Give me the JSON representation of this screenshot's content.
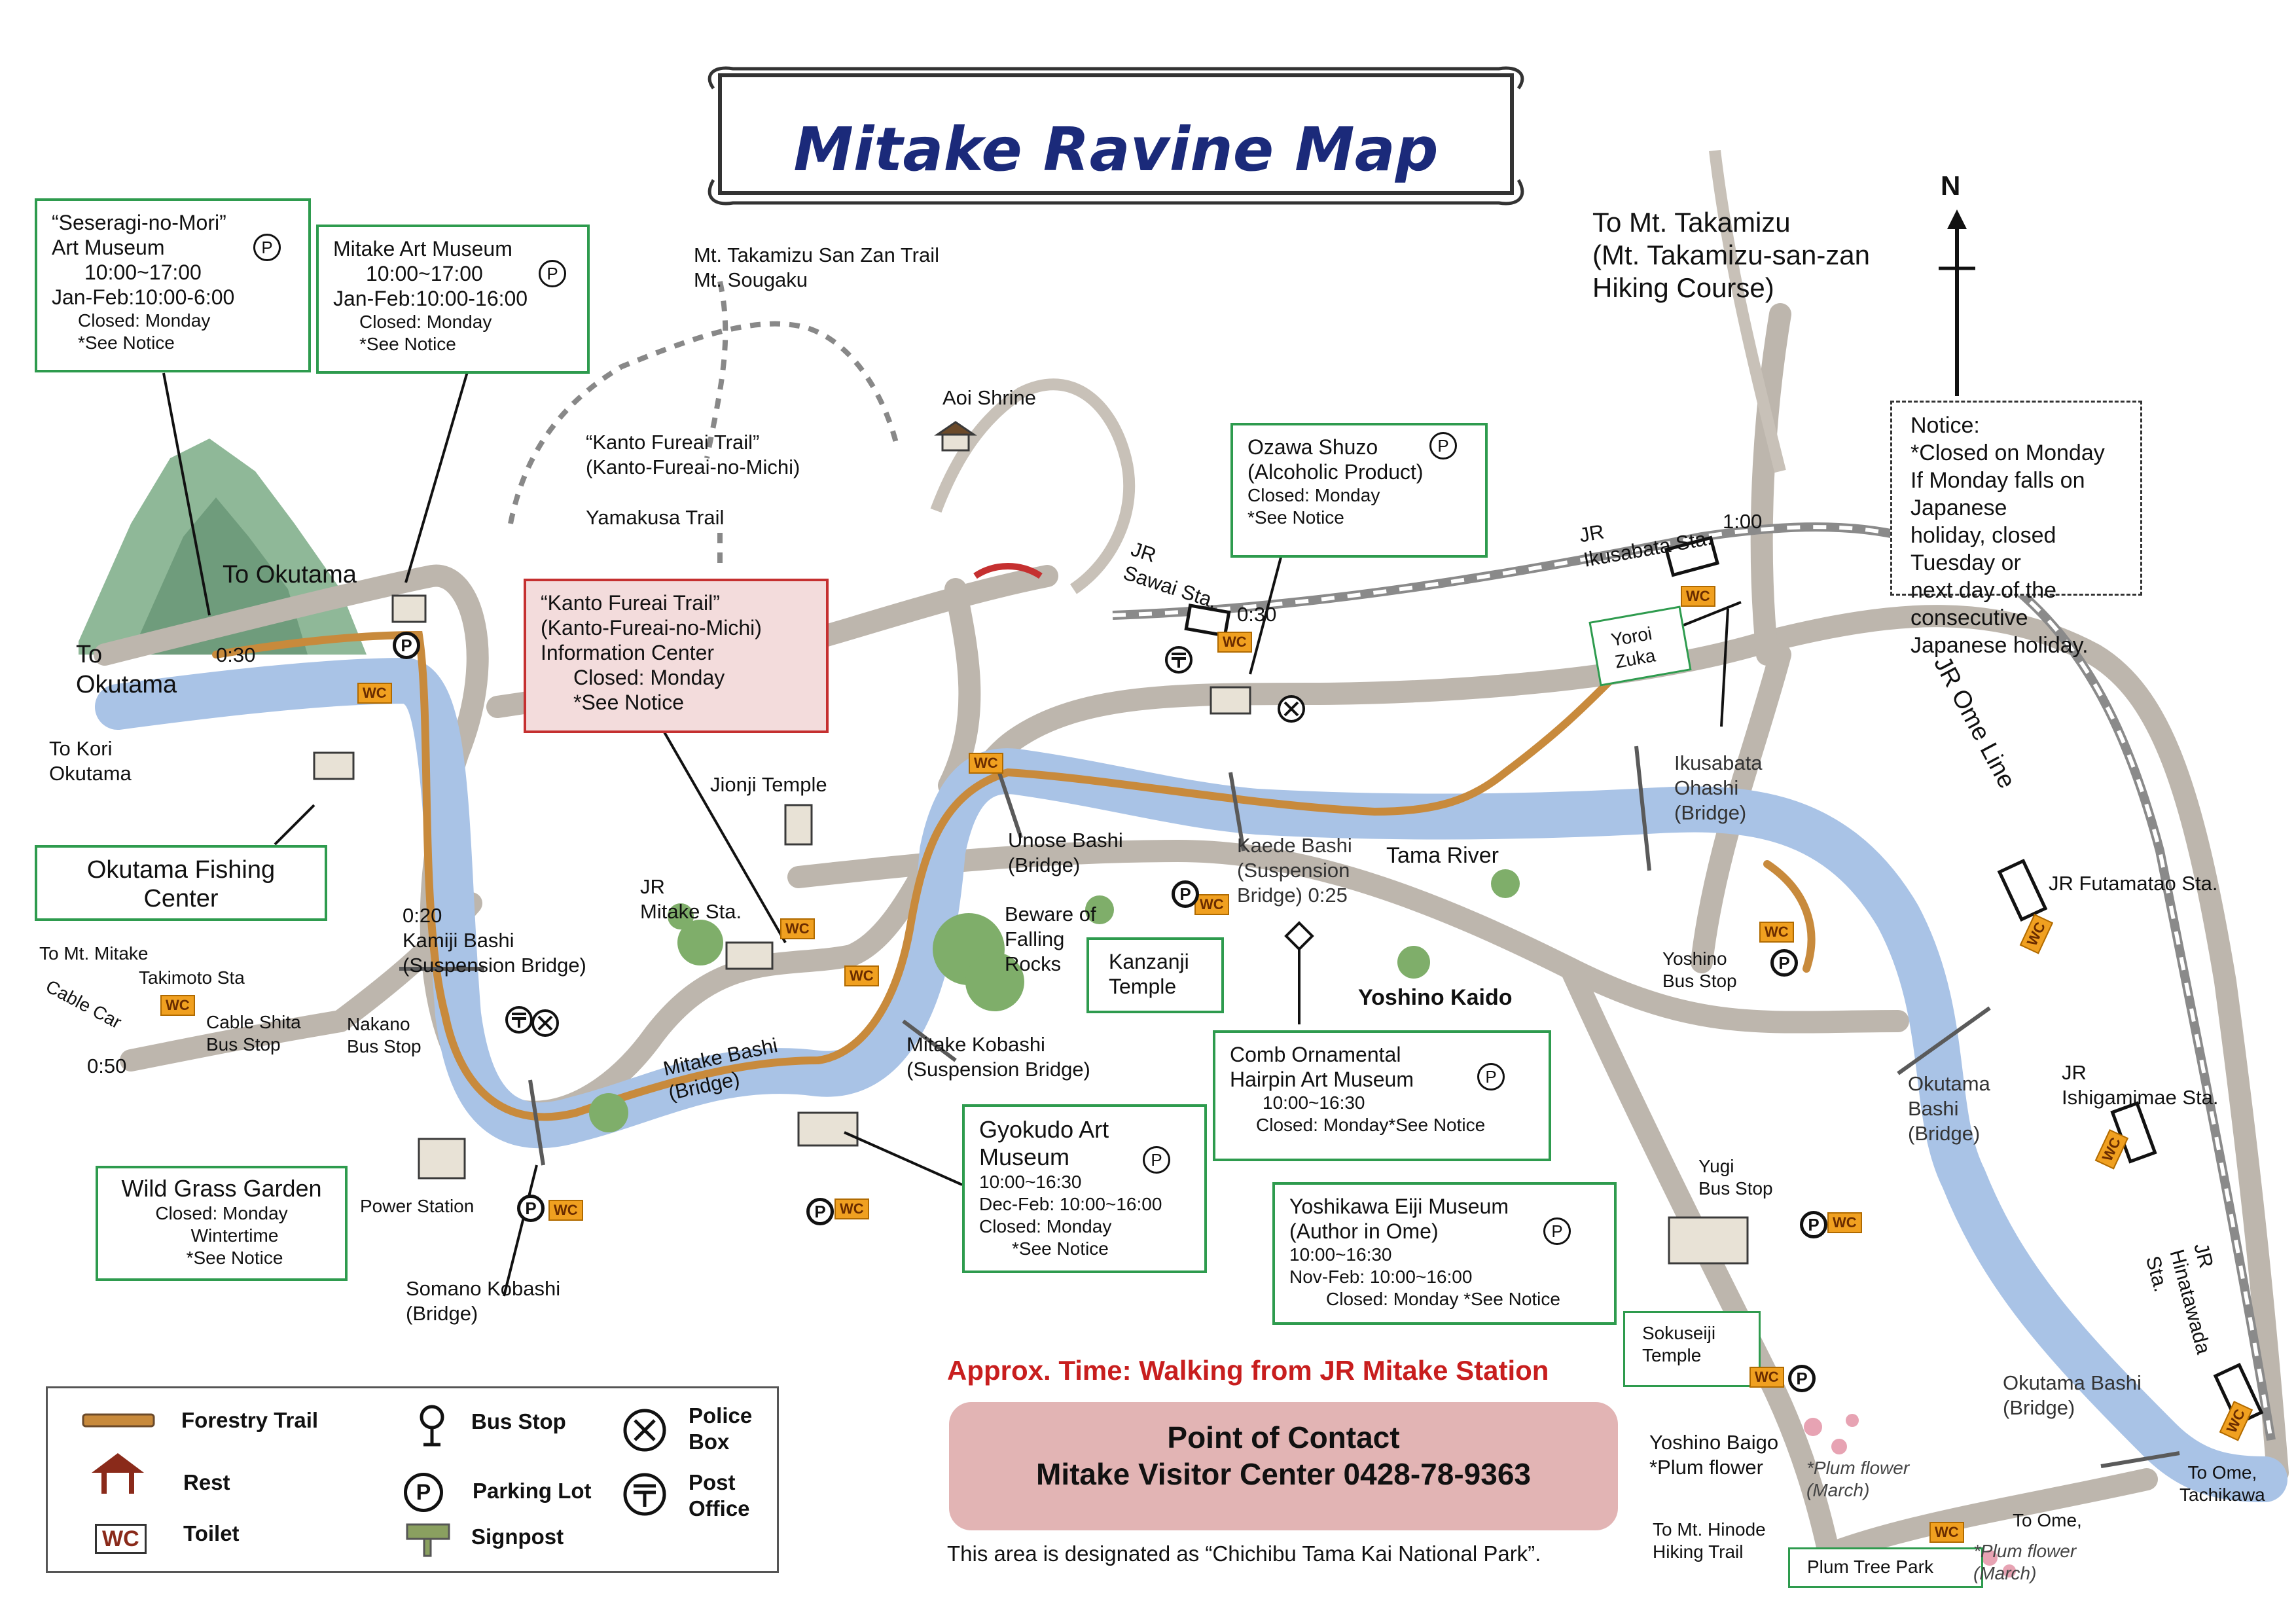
{
  "title": "Mitake Ravine Map",
  "north": "N",
  "notice": {
    "heading": "Notice:",
    "lines": [
      "*Closed on Monday",
      "If Monday falls on Japanese",
      "holiday, closed Tuesday or",
      "next day of the consecutive",
      "Japanese holiday."
    ]
  },
  "boxes": {
    "seseragi": {
      "l1": "“Seseragi-no-Mori”",
      "l2": "Art Museum",
      "l3": "10:00~17:00",
      "l4": "Jan-Feb:10:00-6:00",
      "l5": "Closed: Monday",
      "l6": "*See Notice",
      "parking": "P"
    },
    "mitake_art": {
      "l1": "Mitake Art Museum",
      "l2": "10:00~17:00",
      "l3": "Jan-Feb:10:00-16:00",
      "l4": "Closed: Monday",
      "l5": "*See Notice",
      "parking": "P"
    },
    "ozawa": {
      "l1": "Ozawa Shuzo",
      "l2": "(Alcoholic Product)",
      "l3": "Closed: Monday",
      "l4": "*See Notice",
      "parking": "P"
    },
    "kanto_info": {
      "l1": "“Kanto Fureai Trail”",
      "l2": "(Kanto-Fureai-no-Michi)",
      "l3": "Information Center",
      "l4": "Closed: Monday",
      "l5": "*See Notice"
    },
    "fishing": {
      "l1": "Okutama Fishing",
      "l2": "Center"
    },
    "wild_grass": {
      "l1": "Wild Grass Garden",
      "l2": "Closed: Monday",
      "l3": "Wintertime",
      "l4": "*See Notice"
    },
    "kanzanji": {
      "l1": "Kanzanji",
      "l2": "Temple"
    },
    "comb": {
      "l1": "Comb Ornamental",
      "l2": "Hairpin Art Museum",
      "l3": "10:00~16:30",
      "l4": "Closed: Monday*See Notice",
      "parking": "P"
    },
    "gyokudo": {
      "l1": "Gyokudo Art",
      "l2": "Museum",
      "l3": "10:00~16:30",
      "l4": "Dec-Feb: 10:00~16:00",
      "l5": "Closed: Monday",
      "l6": "*See Notice",
      "parking": "P"
    },
    "yoshikawa": {
      "l1": "Yoshikawa Eiji Museum",
      "l2": "(Author in Ome)",
      "l3": "10:00~16:30",
      "l4": "Nov-Feb: 10:00~16:00",
      "l5": "Closed: Monday *See Notice",
      "parking": "P"
    },
    "sokuseiji": {
      "l1": "Sokuseiji",
      "l2": "Temple"
    },
    "yoroi": {
      "l1": "Yoroi",
      "l2": "Zuka"
    },
    "plum_park": {
      "l1": "Plum Tree Park"
    }
  },
  "labels": {
    "to_takamizu": "To Mt. Takamizu\n(Mt. Takamizu-san-zan\nHiking Course)",
    "san_zan": "Mt. Takamizu San Zan Trail\nMt. Sougaku",
    "aoi": "Aoi Shrine",
    "kanto_trail": "“Kanto Fureai Trail”\n(Kanto-Fureai-no-Michi)",
    "yamakusa": "Yamakusa Trail",
    "to_okutama1": "To Okutama",
    "to_okutama2": "To\nOkutama",
    "time_030": "0:30",
    "to_kori": "To Kori\n    Okutama",
    "jionji": "Jionji Temple",
    "jr_mitake": "JR\nMitake   Sta.",
    "jr_sawai": "JR\nSawai Sta.",
    "sawai_time": "0:30",
    "jr_ikusabata": "JR\nIkusabata Sta.",
    "ikusabata_time": "1:00",
    "jr_ome_line": "JR Ome Line",
    "ikusabata_ohashi": "Ikusabata\nOhashi\n(Bridge)",
    "jr_futamatao": "JR Futamatao Sta.",
    "unose": "Unose Bashi\n(Bridge)",
    "kaede": "Kaede Bashi\n(Suspension\nBridge) 0:25",
    "tama_river": "Tama River",
    "beware": "Beware of\nFalling\nRocks",
    "kamiji": "0:20\nKamiji Bashi\n(Suspension Bridge)",
    "to_mitake": "To Mt. Mitake",
    "takimoto": "Takimoto Sta",
    "cable_car": "Cable Car",
    "time_050": "0:50",
    "cable_shita": "Cable Shita\nBus Stop",
    "nakano": "Nakano\nBus Stop",
    "yoshino_kaido": "Yoshino Kaido",
    "yoshino_bus": "Yoshino\nBus Stop",
    "mitake_kobashi": "Mitake Kobashi\n(Suspension Bridge)",
    "mitake_bashi": "Mitake Bashi\n(Bridge)",
    "okutama_bashi": "Okutama\nBashi\n(Bridge)",
    "jr_ishigamimae": "JR\nIshigamimae Sta.",
    "yugi": "Yugi\nBus Stop",
    "power_station": "Power Station",
    "somano": "Somano Kobashi\n(Bridge)",
    "jr_hinatawada": "JR\nHinatawada Sta.",
    "okutama_bashi2": "Okutama Bashi\n(Bridge)",
    "yoshino_baigo": "Yoshino Baigo\n*Plum flower",
    "plum_march1": "*Plum flower\n(March)",
    "to_ome_tachikawa": "To Ome,\nTachikawa",
    "to_ome": "To Ome,",
    "to_hinode": "To  Mt. Hinode\n    Hiking Trail",
    "plum_march2": "*Plum flower\n(March)"
  },
  "approx_time": "Approx. Time: Walking from JR Mitake Station",
  "contact": {
    "line1": "Point of Contact",
    "line2": "Mitake Visitor Center 0428-78-9363"
  },
  "national_park": "This area is designated as “Chichibu Tama Kai National Park”.",
  "legend": {
    "forestry": "Forestry Trail",
    "rest": "Rest",
    "toilet": "Toilet",
    "bus_stop": "Bus Stop",
    "parking": "Parking Lot",
    "signpost": "Signpost",
    "police": "Police\nBox",
    "post": "Post\nOffice"
  },
  "wc": "WC",
  "parking_symbol": "P",
  "colors": {
    "river": "#a9c3e6",
    "road": "#bdb6ad",
    "trail": "#c88a3c",
    "box_green": "#2e9b4e",
    "box_red": "#c53030",
    "title_navy": "#1b2a7a",
    "approx_red": "#c81e1e",
    "contact_bg": "#e2b4b4"
  }
}
